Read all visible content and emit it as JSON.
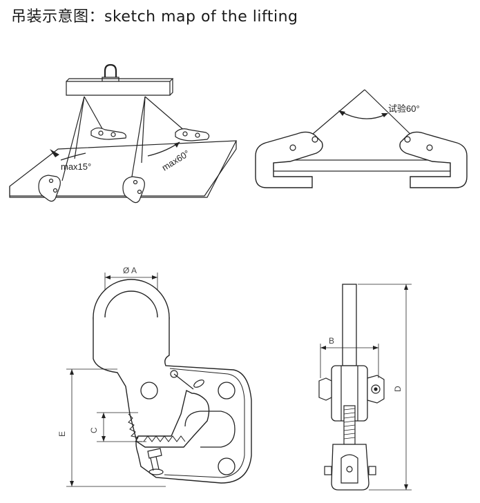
{
  "title": "吊装示意图：sketch map of the lifting",
  "labels": {
    "max15": "max15°",
    "max60": "max60°",
    "test60": "试验60°",
    "dimA": "Ø A",
    "dimB": "B",
    "dimC": "C",
    "dimD": "D",
    "dimE": "E"
  }
}
